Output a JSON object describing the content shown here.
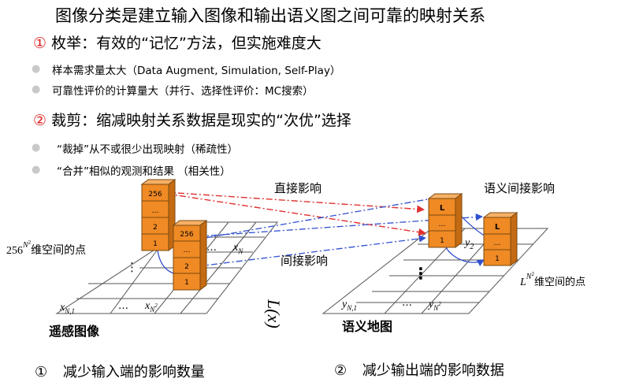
{
  "title": "图像分类是建立输入图像和输出语义图之间可靠的映射关系",
  "section1": {
    "num": "①",
    "heading": "枚举：有效的“记忆”方法，但实施难度大",
    "items": [
      "样本需求量太大（Data Augment, Simulation, Self-Play）",
      "可靠性评价的计算量大（并行、选择性评价：MC搜索）"
    ]
  },
  "section2": {
    "num": "②",
    "heading": "裁剪：缩减映射关系数据是现实的“次优”选择",
    "items": [
      "“裁掉”从不或很少出现映射（稀疏性）",
      "“合并”相似的观测和结果 （相关性）"
    ]
  },
  "diagram": {
    "left_space_base": "256",
    "left_space_exp": "N",
    "left_space_exp_sup": "2",
    "left_space_suffix": "维空间的点",
    "left_grid_label": "遥感图像",
    "left_cells": {
      "xN": "x",
      "xN_sub": "N",
      "xN1": "x",
      "xN1_sub": "N,1",
      "xN2": "x",
      "xN2_sub": "N",
      "xN2_sup": "2",
      "dots_h": "…",
      "dots_h2": "…",
      "dots_v": "⋮"
    },
    "stack_back": [
      "256",
      "…",
      "2",
      "1"
    ],
    "stack_front": [
      "256",
      "…",
      "2",
      "1"
    ],
    "direct_label": "直接影响",
    "indirect_label": "间接影响",
    "semantic_indirect_label": "语义间接影响",
    "right_stack_back": [
      "L",
      "…",
      "1"
    ],
    "right_stack_front": [
      "L",
      "…",
      "1"
    ],
    "y2": "y",
    "y2_sub": "2",
    "right_space_base": "L",
    "right_space_exp": "N",
    "right_space_exp_sup": "2",
    "right_space_suffix": "维空间的点",
    "right_grid_label": "语义地图",
    "right_cells": {
      "yN1": "y",
      "yN1_sub": "N,1",
      "yN2": "y",
      "yN2_sub": "N",
      "yN2_sup": "2",
      "dots_h": "…",
      "dots_v": "⋮"
    },
    "transform_label": "L(x)",
    "colors": {
      "box_fill": "#f08a24",
      "box_stroke": "#7a4a10",
      "red_arrow": "#e03030",
      "blue_arrow": "#3050d0"
    }
  },
  "bottom": {
    "item1_num": "①",
    "item1": "减少输入端的影响数量",
    "item2_num": "②",
    "item2": "减少输出端的影响数据"
  }
}
